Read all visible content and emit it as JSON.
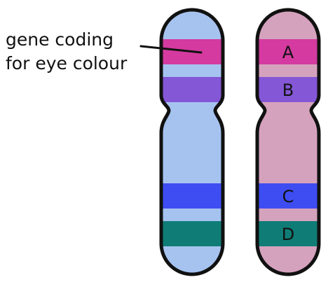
{
  "annotation": {
    "line1": "gene coding",
    "line2": "for eye colour"
  },
  "chromosomes": [
    {
      "name": "left-chromosome",
      "color": "#a6c3f0",
      "bands": [
        {
          "name": "eye-colour-gene",
          "color": "#d43a9f",
          "label": ""
        },
        {
          "name": "purple",
          "color": "#8457d6",
          "label": ""
        },
        {
          "name": "blue",
          "color": "#3e4df2",
          "label": ""
        },
        {
          "name": "teal",
          "color": "#0f7d76",
          "label": ""
        }
      ]
    },
    {
      "name": "right-chromosome",
      "color": "#d5a2bd",
      "bands": [
        {
          "name": "a",
          "color": "#d43a9f",
          "label": "A"
        },
        {
          "name": "b",
          "color": "#8457d6",
          "label": "B"
        },
        {
          "name": "c",
          "color": "#3e4df2",
          "label": "C"
        },
        {
          "name": "d",
          "color": "#0f7d76",
          "label": "D"
        }
      ]
    }
  ],
  "colors": {
    "outline": "#111111",
    "text": "#111111"
  }
}
